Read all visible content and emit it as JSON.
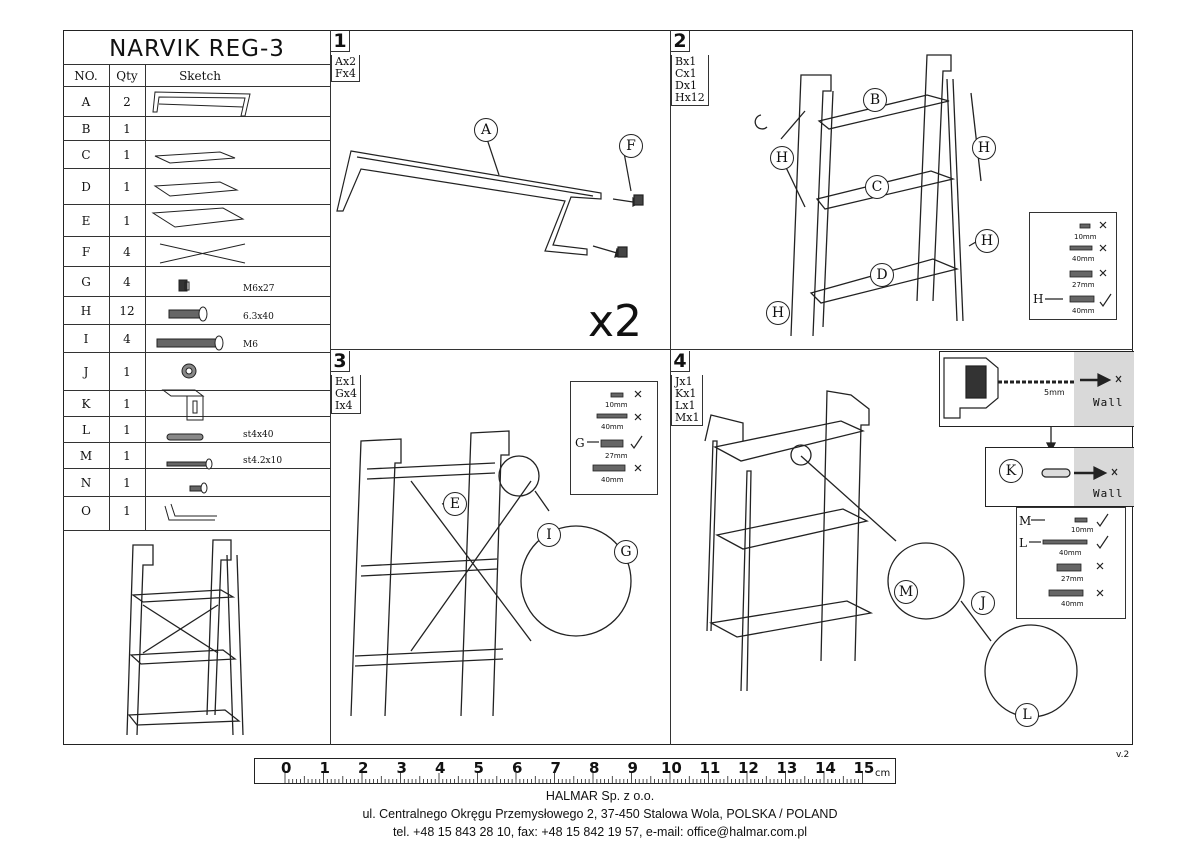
{
  "product_title": "NARVIK REG-3",
  "version": "v.2",
  "table_headers": {
    "no": "NO.",
    "qty": "Qty",
    "sketch": "Sketch"
  },
  "parts": [
    {
      "no": "A",
      "qty": "2",
      "spec": ""
    },
    {
      "no": "B",
      "qty": "1",
      "spec": ""
    },
    {
      "no": "C",
      "qty": "1",
      "spec": ""
    },
    {
      "no": "D",
      "qty": "1",
      "spec": ""
    },
    {
      "no": "E",
      "qty": "1",
      "spec": ""
    },
    {
      "no": "F",
      "qty": "4",
      "spec": ""
    },
    {
      "no": "G",
      "qty": "4",
      "spec": "M6x27"
    },
    {
      "no": "H",
      "qty": "12",
      "spec": "6.3x40"
    },
    {
      "no": "I",
      "qty": "4",
      "spec": "M6"
    },
    {
      "no": "J",
      "qty": "1",
      "spec": ""
    },
    {
      "no": "K",
      "qty": "1",
      "spec": ""
    },
    {
      "no": "L",
      "qty": "1",
      "spec": "st4x40"
    },
    {
      "no": "M",
      "qty": "1",
      "spec": "st4.2x10"
    },
    {
      "no": "N",
      "qty": "1",
      "spec": ""
    },
    {
      "no": "O",
      "qty": "1",
      "spec": ""
    }
  ],
  "steps": [
    {
      "number": "1",
      "qty_list": "Ax2\nFx4",
      "multiplier": "x2",
      "labels": [
        "A",
        "F"
      ]
    },
    {
      "number": "2",
      "qty_list": "Bx1\nCx1\nDx1\nHx12",
      "labels": [
        "B",
        "C",
        "D",
        "H",
        "H",
        "H",
        "H"
      ]
    },
    {
      "number": "3",
      "qty_list": "Ex1\nGx4\nIx4",
      "labels": [
        "E",
        "I",
        "G"
      ],
      "legend_pointer": "G"
    },
    {
      "number": "4",
      "qty_list": "Jx1\nKx1\nLx1\nMx1",
      "labels": [
        "K",
        "M",
        "J",
        "L"
      ],
      "legend_pointers": [
        "M",
        "L"
      ]
    }
  ],
  "legend_sizes": {
    "s10": "10mm",
    "s40": "40mm",
    "s27": "27mm"
  },
  "step2_legend_pointer": "H",
  "drill_size": "5mm",
  "wall_label": "Wall",
  "ruler": {
    "numbers": [
      "0",
      "1",
      "2",
      "3",
      "4",
      "5",
      "6",
      "7",
      "8",
      "9",
      "10",
      "11",
      "12",
      "13",
      "14",
      "15"
    ],
    "unit": "cm"
  },
  "footer": {
    "company": "HALMAR Sp. z o.o.",
    "address": "ul. Centralnego Okręgu Przemysłowego 2, 37-450 Stalowa Wola, POLSKA / POLAND",
    "contact": "tel. +48 15 843 28 10, fax: +48 15 842 19 57, e-mail: office@halmar.com.pl"
  }
}
